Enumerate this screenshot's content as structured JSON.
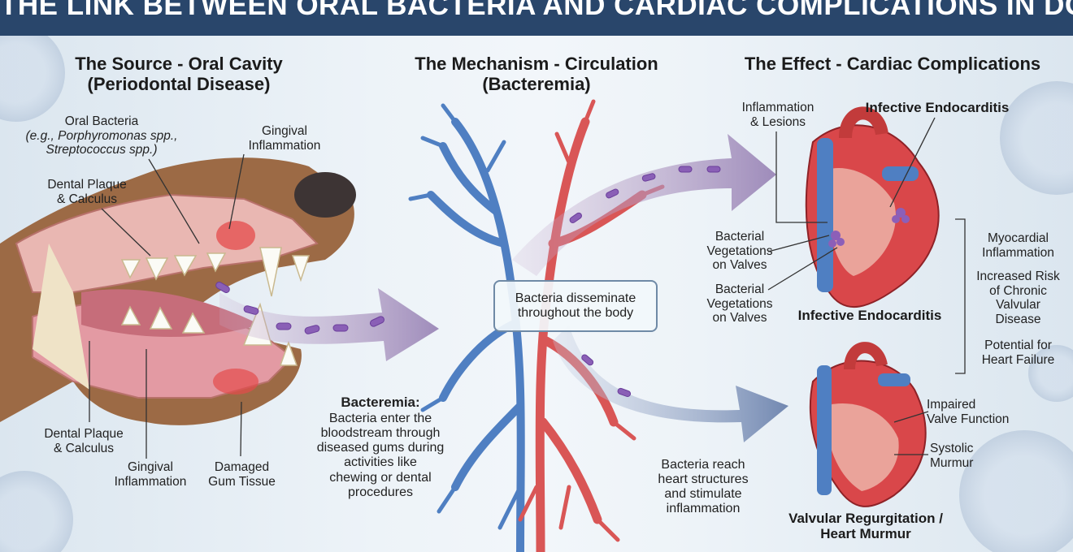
{
  "title": "THE LINK BETWEEN ORAL BACTERIA AND CARDIAC COMPLICATIONS IN DOGS",
  "source": {
    "heading_line1": "The Source - Oral Cavity",
    "heading_line2": "(Periodontal Disease)",
    "oral_bacteria_1": "Oral Bacteria",
    "oral_bacteria_2": "(e.g., Porphyromonas spp.,",
    "oral_bacteria_3": "Streptococcus spp.)",
    "gingival_top_1": "Gingival",
    "gingival_top_2": "Inflammation",
    "plaque_top_1": "Dental Plaque",
    "plaque_top_2": "& Calculus",
    "plaque_bottom_1": "Dental Plaque",
    "plaque_bottom_2": "& Calculus",
    "gingival_bottom_1": "Gingival",
    "gingival_bottom_2": "Inflammation",
    "damaged_1": "Damaged",
    "damaged_2": "Gum Tissue"
  },
  "mechanism": {
    "heading_line1": "The Mechanism - Circulation",
    "heading_line2": "(Bacteremia)",
    "callout_1": "Bacteria disseminate",
    "callout_2": "throughout the body",
    "bacteremia_title": "Bacteremia:",
    "bacteremia_lines": [
      "Bacteria enter the",
      "bloodstream through",
      "diseased gums during",
      "activities like",
      "chewing or dental",
      "procedures"
    ],
    "reach_lines": [
      "Bacteria reach",
      "heart structures",
      "and stimulate",
      "inflammation"
    ]
  },
  "effect": {
    "heading": "The Effect - Cardiac Complications",
    "inflammation_1": "Inflammation",
    "inflammation_2": "& Lesions",
    "endocarditis_top": "Infective Endocarditis",
    "veg1_lines": [
      "Bacterial",
      "Vegetations",
      "on Valves"
    ],
    "veg2_lines": [
      "Bacterial",
      "Vegetations",
      "on Valves"
    ],
    "endocarditis_mid": "Infective Endocarditis",
    "side_myo_1": "Myocardial",
    "side_myo_2": "Inflammation",
    "side_risk_lines": [
      "Increased Risk",
      "of Chronic",
      "Valvular",
      "Disease"
    ],
    "side_fail_1": "Potential for",
    "side_fail_2": "Heart Failure",
    "impaired_1": "Impaired",
    "impaired_2": "Valve Function",
    "systolic_1": "Systolic",
    "systolic_2": "Murmur",
    "regurg_1": "Valvular Regurgitation /",
    "regurg_2": "Heart Murmur"
  }
}
